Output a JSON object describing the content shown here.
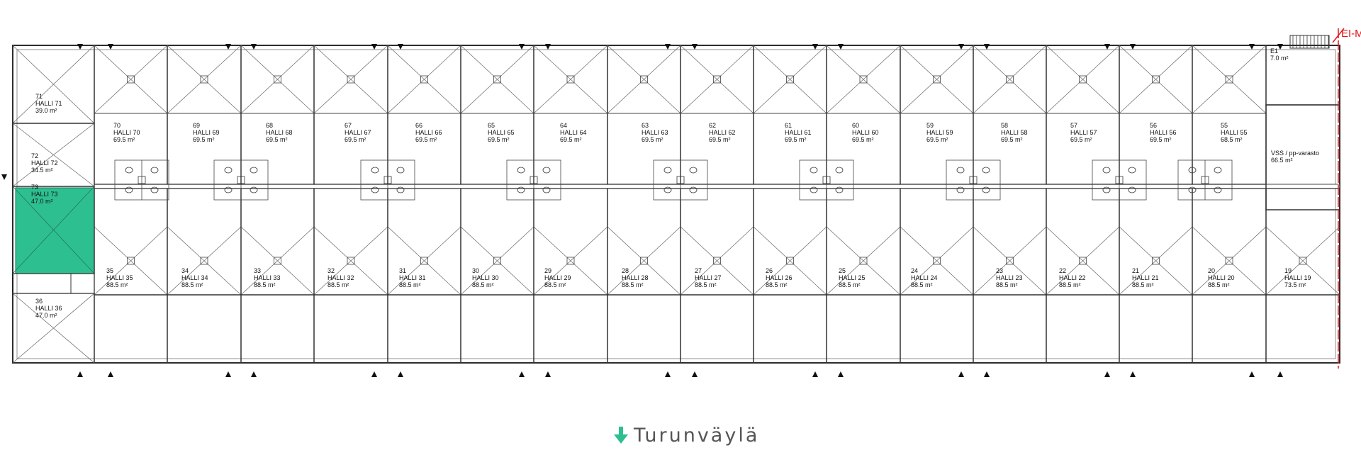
{
  "colors": {
    "highlight": "#2ebf91",
    "accent_red": "#e0151b",
    "line": "#222222",
    "caption_text": "#555555",
    "caption_arrow": "#2ebf91"
  },
  "plan": {
    "top_units": [
      {
        "num": "70",
        "name": "HALLI 70",
        "area": "69.5 m²"
      },
      {
        "num": "69",
        "name": "HALLI 69",
        "area": "69.5 m²"
      },
      {
        "num": "68",
        "name": "HALLI 68",
        "area": "69.5 m²"
      },
      {
        "num": "67",
        "name": "HALLI 67",
        "area": "69.5 m²"
      },
      {
        "num": "66",
        "name": "HALLI 66",
        "area": "69.5 m²"
      },
      {
        "num": "65",
        "name": "HALLI 65",
        "area": "69.5 m²"
      },
      {
        "num": "64",
        "name": "HALLI 64",
        "area": "69.5 m²"
      },
      {
        "num": "63",
        "name": "HALLI 63",
        "area": "69.5 m²"
      },
      {
        "num": "62",
        "name": "HALLI 62",
        "area": "69.5 m²"
      },
      {
        "num": "61",
        "name": "HALLI 61",
        "area": "69.5 m²"
      },
      {
        "num": "60",
        "name": "HALLI 60",
        "area": "69.5 m²"
      },
      {
        "num": "59",
        "name": "HALLI 59",
        "area": "69.5 m²"
      },
      {
        "num": "58",
        "name": "HALLI 58",
        "area": "69.5 m²"
      },
      {
        "num": "57",
        "name": "HALLI 57",
        "area": "69.5 m²"
      },
      {
        "num": "56",
        "name": "HALLI 56",
        "area": "69.5 m²"
      },
      {
        "num": "55",
        "name": "HALLI 55",
        "area": "68.5 m²"
      }
    ],
    "bottom_units": [
      {
        "num": "35",
        "name": "HALLI 35",
        "area": "88.5 m²"
      },
      {
        "num": "34",
        "name": "HALLI 34",
        "area": "88.5 m²"
      },
      {
        "num": "33",
        "name": "HALLI 33",
        "area": "88.5 m²"
      },
      {
        "num": "32",
        "name": "HALLI 32",
        "area": "88.5 m²"
      },
      {
        "num": "31",
        "name": "HALLI 31",
        "area": "88.5 m²"
      },
      {
        "num": "30",
        "name": "HALLI 30",
        "area": "88.5 m²"
      },
      {
        "num": "29",
        "name": "HALLI 29",
        "area": "88.5 m²"
      },
      {
        "num": "28",
        "name": "HALLI 28",
        "area": "88.5 m²"
      },
      {
        "num": "27",
        "name": "HALLI 27",
        "area": "88.5 m²"
      },
      {
        "num": "26",
        "name": "HALLI 26",
        "area": "88.5 m²"
      },
      {
        "num": "25",
        "name": "HALLI 25",
        "area": "88.5 m²"
      },
      {
        "num": "24",
        "name": "HALLI 24",
        "area": "88.5 m²"
      },
      {
        "num": "23",
        "name": "HALLI 23",
        "area": "88.5 m²"
      },
      {
        "num": "22",
        "name": "HALLI 22",
        "area": "88.5 m²"
      },
      {
        "num": "21",
        "name": "HALLI 21",
        "area": "88.5 m²"
      },
      {
        "num": "20",
        "name": "HALLI 20",
        "area": "88.5 m²"
      },
      {
        "num": "19",
        "name": "HALLI 19",
        "area": "73.5 m²"
      }
    ],
    "left_units": [
      {
        "num": "71",
        "name": "HALLI 71",
        "area": "39.0 m²",
        "highlighted": false
      },
      {
        "num": "72",
        "name": "HALLI 72",
        "area": "34.5 m²",
        "highlighted": false
      },
      {
        "num": "73",
        "name": "HALLI 73",
        "area": "47.0 m²",
        "highlighted": true
      },
      {
        "num": "36",
        "name": "HALLI 36",
        "area": "47.0 m²",
        "highlighted": false
      }
    ],
    "corner_room": {
      "num": "E1",
      "area": "7.0 m²"
    },
    "storage_room": {
      "name": "VSS / pp-varasto",
      "area": "66.5 m²"
    },
    "edge_marker": "EI-M"
  },
  "caption": {
    "text": "Turunväylä",
    "icon": "arrow-down-icon"
  }
}
